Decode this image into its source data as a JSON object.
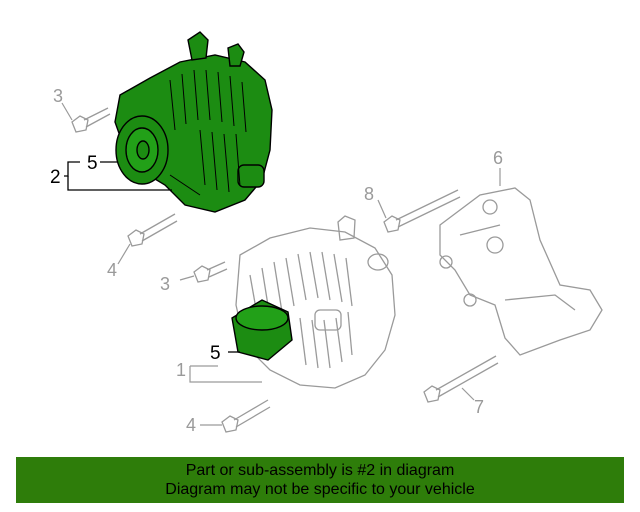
{
  "callouts": {
    "c1": "1",
    "c2": "2",
    "c3a": "3",
    "c3b": "3",
    "c4a": "4",
    "c4b": "4",
    "c5a": "5",
    "c5b": "5",
    "c6": "6",
    "c7": "7",
    "c8": "8"
  },
  "banner": {
    "line1": "Part or sub-assembly is #2 in diagram",
    "line2": "Diagram may not be specific to your vehicle"
  },
  "colors": {
    "highlight": "#1c8c12",
    "banner": "#2e7d0a",
    "lineart": "#9a9a9a"
  }
}
